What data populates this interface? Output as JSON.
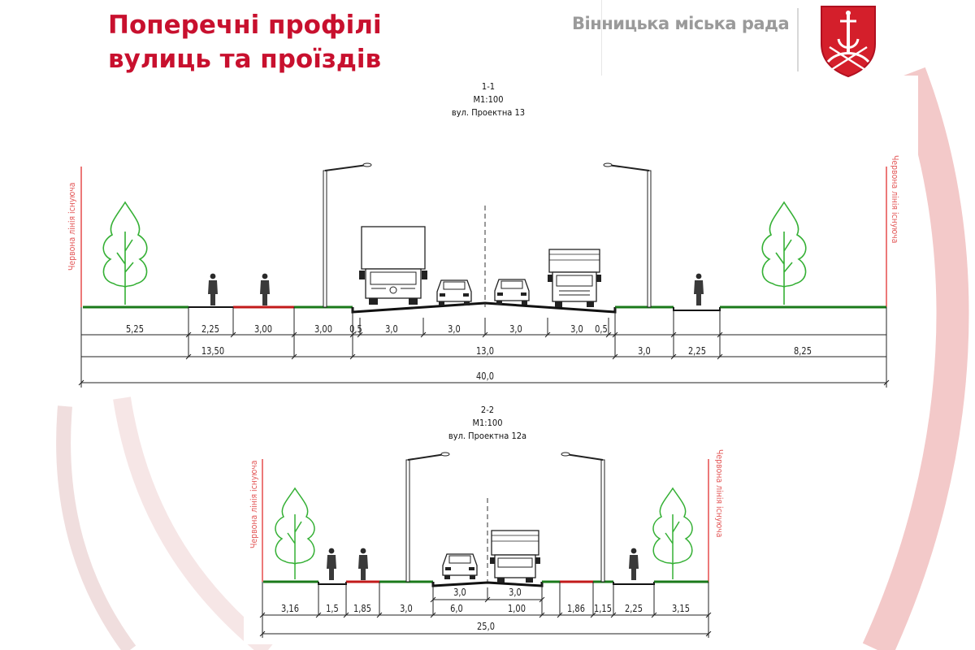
{
  "header": {
    "title_line1": "Поперечні профілі",
    "title_line2": "вулиць та проїздів",
    "org_name": "Вінницька міська рада",
    "brand_color": "#c8102e"
  },
  "red_line_label": "Червона лінія існуюча",
  "section1": {
    "number": "1-1",
    "scale": "М1:100",
    "street": "вул. Проектна 13",
    "row1": [
      "5,25",
      "2,25",
      "3,00",
      "3,00",
      "0,5",
      "3,0",
      "3,0",
      "3,0",
      "3,0",
      "0,5"
    ],
    "row2": [
      "13,50",
      "13,0",
      "3,0",
      "2,25",
      "8,25"
    ],
    "total": "40,0"
  },
  "section2": {
    "number": "2-2",
    "scale": "М1:100",
    "street": "вул. Проектна 12а",
    "lane_widths": [
      "3,0",
      "3,0"
    ],
    "row1": [
      "3,16",
      "1,5",
      "1,85",
      "3,0",
      "6,0",
      "1,00",
      "1,86",
      "1,15",
      "2,25",
      "3,15"
    ],
    "total": "25,0"
  },
  "icons": [
    "tree-icon",
    "pedestrian-icon",
    "truck-icon",
    "car-icon",
    "street-lamp-icon",
    "coat-of-arms-icon"
  ]
}
